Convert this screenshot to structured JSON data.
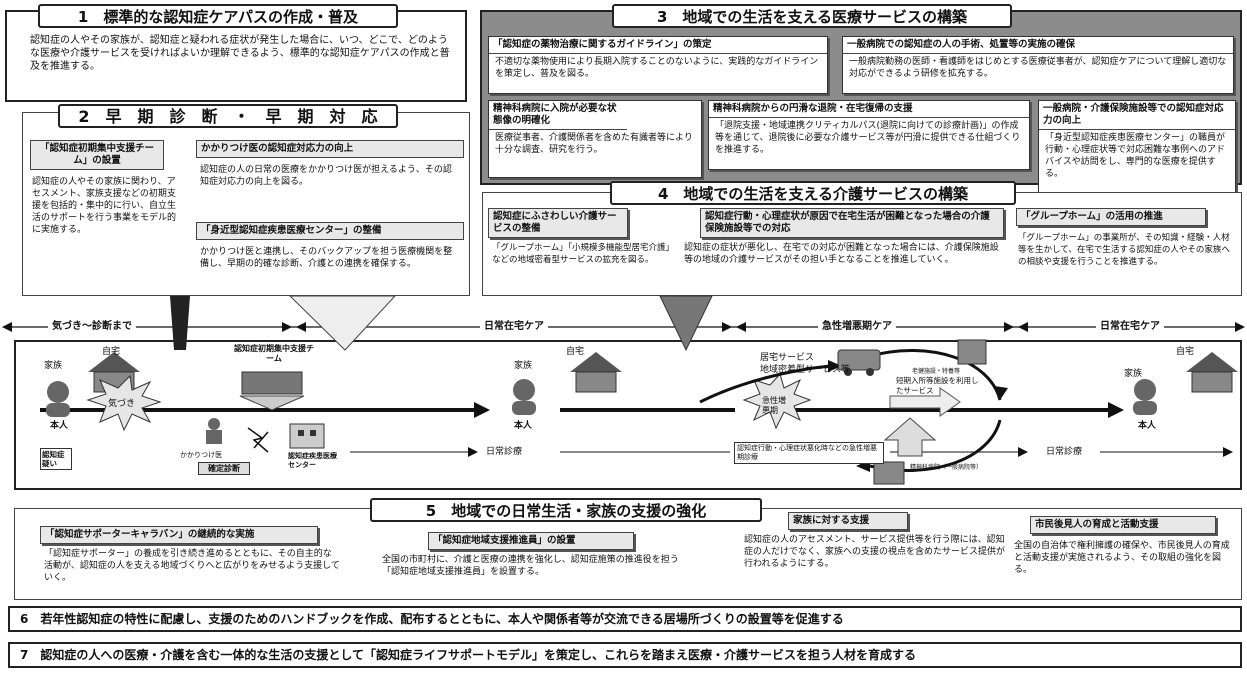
{
  "s1": {
    "title": "1　標準的な認知症ケアパスの作成・普及",
    "body": "認知症の人やその家族が、認知症と疑われる症状が発生した場合に、いつ、どこで、どのような医療や介護サービスを受ければよいか理解できるよう、標準的な認知症ケアパスの作成と普及を推進する。"
  },
  "s2": {
    "title": "2　早　期　診　断　・　早　期　対　応",
    "team_head": "「認知症初期集中支援チーム」の設置",
    "team_body": "認知症の人やその家族に関わり、アセスメント、家族支援などの初期支援を包括的・集中的に行い、自立生活のサポートを行う事業をモデル的に実施する。",
    "gp_head": "かかりつけ医の認知症対応力の向上",
    "gp_body": "認知症の人の日常の医療をかかりつけ医が担えるよう、その認知症対応力の向上を図る。",
    "center_head": "「身近型認知症疾患医療センター」の整備",
    "center_body": "かかりつけ医と連携し、そのバックアップを担う医療機関を整備し、早期の的確な診断、介護との連携を確保する。"
  },
  "s3": {
    "title": "3　地域での生活を支える医療サービスの構築",
    "guide_head": "「認知症の薬物治療に関するガイドライン」の策定",
    "guide_body": "不適切な薬物使用により長期入院することのないように、実践的なガイドラインを策定し、普及を図る。",
    "general_head": "一般病院での認知症の人の手術、処置等の実施の確保",
    "general_body": "一般病院勤務の医師・看護師をはじめとする医療従事者が、認知症ケアについて理解し適切な対応ができるよう研修を拡充する。",
    "psych_head": "精神科病院に入院が必要な状態像の明確化",
    "psych_body": "医療従事者、介護関係者を含めた有識者等により十分な調査、研究を行う。",
    "discharge_head": "精神科病院からの円滑な退院・在宅復帰の支援",
    "discharge_body": "「退院支援・地域連携クリティカルパス(退院に向けての診療計画)」の作成等を通じて、退院後に必要な介護サービス等が円滑に提供できる仕組づくりを推進する。",
    "facility_head": "一般病院・介護保険施設等での認知症対応力の向上",
    "facility_body": "「身近型認知症疾患医療センター」の職員が行動・心理症状等で対応困難な事例へのアドバイスや訪問をし、専門的な医療を提供する。"
  },
  "s4": {
    "title": "4　地域での生活を支える介護サービスの構築",
    "svc_head": "認知症にふさわしい介護サービスの整備",
    "svc_body": "「グループホーム」「小規模多機能型居宅介護」などの地域密着型サービスの拡充を図る。",
    "bpsd_head": "認知症行動・心理症状が原因で在宅生活が困難となった場合の介護保険施設等での対応",
    "bpsd_body": "認知症の症状が悪化し、在宅での対応が困難となった場合には、介護保険施設等の地域の介護サービスがその担い手となることを推進していく。",
    "gh_head": "「グループホーム」の活用の推進",
    "gh_body": "「グループホーム」の事業所が、その知識・経験・人材等を生かして、在宅で生活する認知症の人やその家族への相談や支援を行うことを推進する。"
  },
  "timeline": {
    "phase1": "気づき～診断まで",
    "phase2": "日常在宅ケア",
    "phase3": "急性増悪期ケア",
    "phase4": "日常在宅ケア",
    "home": "自宅",
    "family": "家族",
    "person": "本人",
    "notice": "気づき",
    "team": "認知症初期集中支援チーム",
    "gp": "かかりつけ医",
    "diagnosis": "確定診断",
    "center": "認知症疾患医療センター",
    "suspect": "認知症疑い",
    "daily_visit": "日常診療",
    "acute": "急性増悪期",
    "home_svc": "居宅サービス",
    "community_svc": "地域密着型サービス等",
    "short_stay": "短期入所等施設を利用したサービス",
    "elderly_fac": "老健施設・特養等",
    "acute_visit": "認知症行動・心理症状悪化時などの急性増悪期診療",
    "hospital": "精神科病院（一般病院等）"
  },
  "s5": {
    "title": "5　地域での日常生活・家族の支援の強化",
    "caravan_head": "「認知症サポーターキャラバン」の継続的な実施",
    "caravan_body": "「認知症サポーター」の養成を引き続き進めるとともに、その自主的な活動が、認知症の人を支える地域づくりへと広がりをみせるよう支援していく。",
    "promoter_head": "「認知症地域支援推進員」の設置",
    "promoter_body": "全国の市町村に、介護と医療の連携を強化し、認知症施策の推進役を担う「認知症地域支援推進員」を設置する。",
    "family_head": "家族に対する支援",
    "family_body": "認知症の人のアセスメント、サービス提供等を行う際には、認知症の人だけでなく、家族への支援の視点を含めたサービス提供が行われるようにする。",
    "guardian_head": "市民後見人の育成と活動支援",
    "guardian_body": "全国の自治体で権利擁護の確保や、市民後見人の育成と活動支援が実施されるよう、その取組の強化を図る。"
  },
  "s6": {
    "text": "6　若年性認知症の特性に配慮し、支援のためのハンドブックを作成、配布するとともに、本人や関係者等が交流できる居場所づくりの設置等を促進する"
  },
  "s7": {
    "text": "7　認知症の人への医療・介護を含む一体的な生活の支援として「認知症ライフサポートモデル」を策定し、これらを踏まえ医療・介護サービスを担う人材を育成する"
  }
}
